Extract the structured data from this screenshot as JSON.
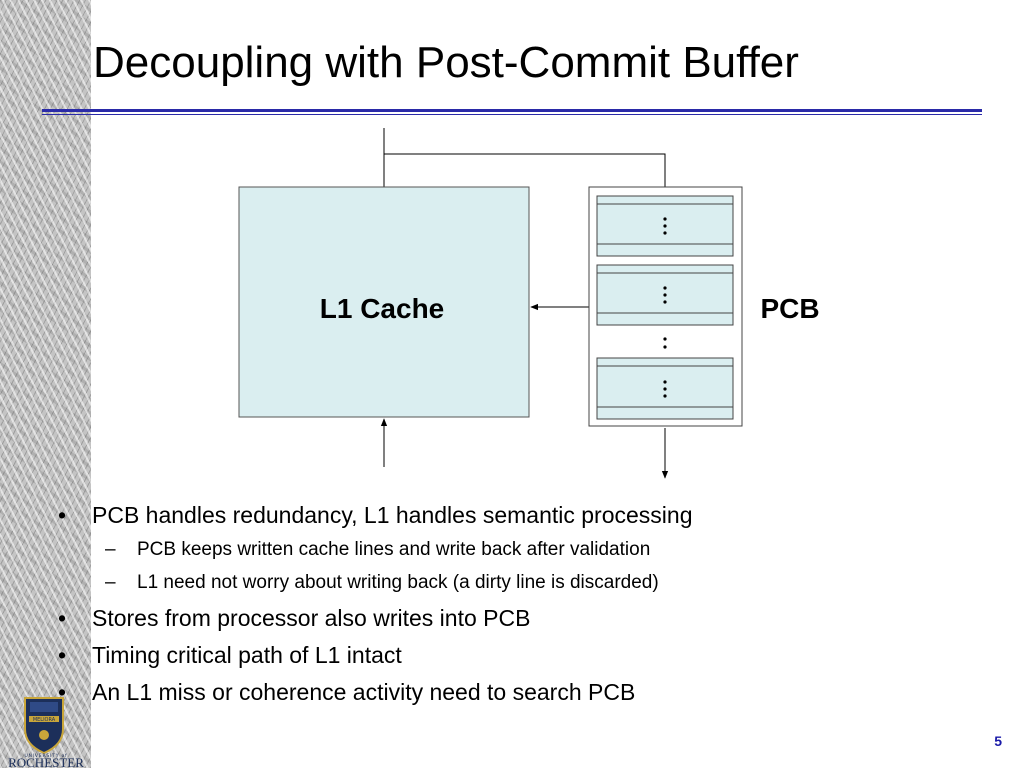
{
  "slide": {
    "title": "Decoupling with Post-Commit Buffer",
    "page_number": "5"
  },
  "diagram": {
    "l1_label": "L1 Cache",
    "pcb_label": "PCB",
    "colors": {
      "l1_fill": "#daeef0",
      "line": "#000000"
    }
  },
  "bullets": [
    {
      "level": 1,
      "text": "PCB handles redundancy, L1 handles semantic processing"
    },
    {
      "level": 2,
      "text": "PCB keeps written cache lines and write back after validation"
    },
    {
      "level": 2,
      "text": "L1 need not worry about writing back (a dirty line is discarded)"
    },
    {
      "level": 1,
      "text": "Stores from processor also writes into PCB"
    },
    {
      "level": 1,
      "text": "Timing critical path of L1 intact"
    },
    {
      "level": 1,
      "text": "An L1 miss or coherence activity need to search PCB"
    }
  ],
  "logo": {
    "motto": "MELIORA",
    "line1": "UNIVERSITY of",
    "line2": "ROCHESTER",
    "colors": {
      "navy": "#1c2f5a",
      "gold": "#c9a63a"
    }
  }
}
